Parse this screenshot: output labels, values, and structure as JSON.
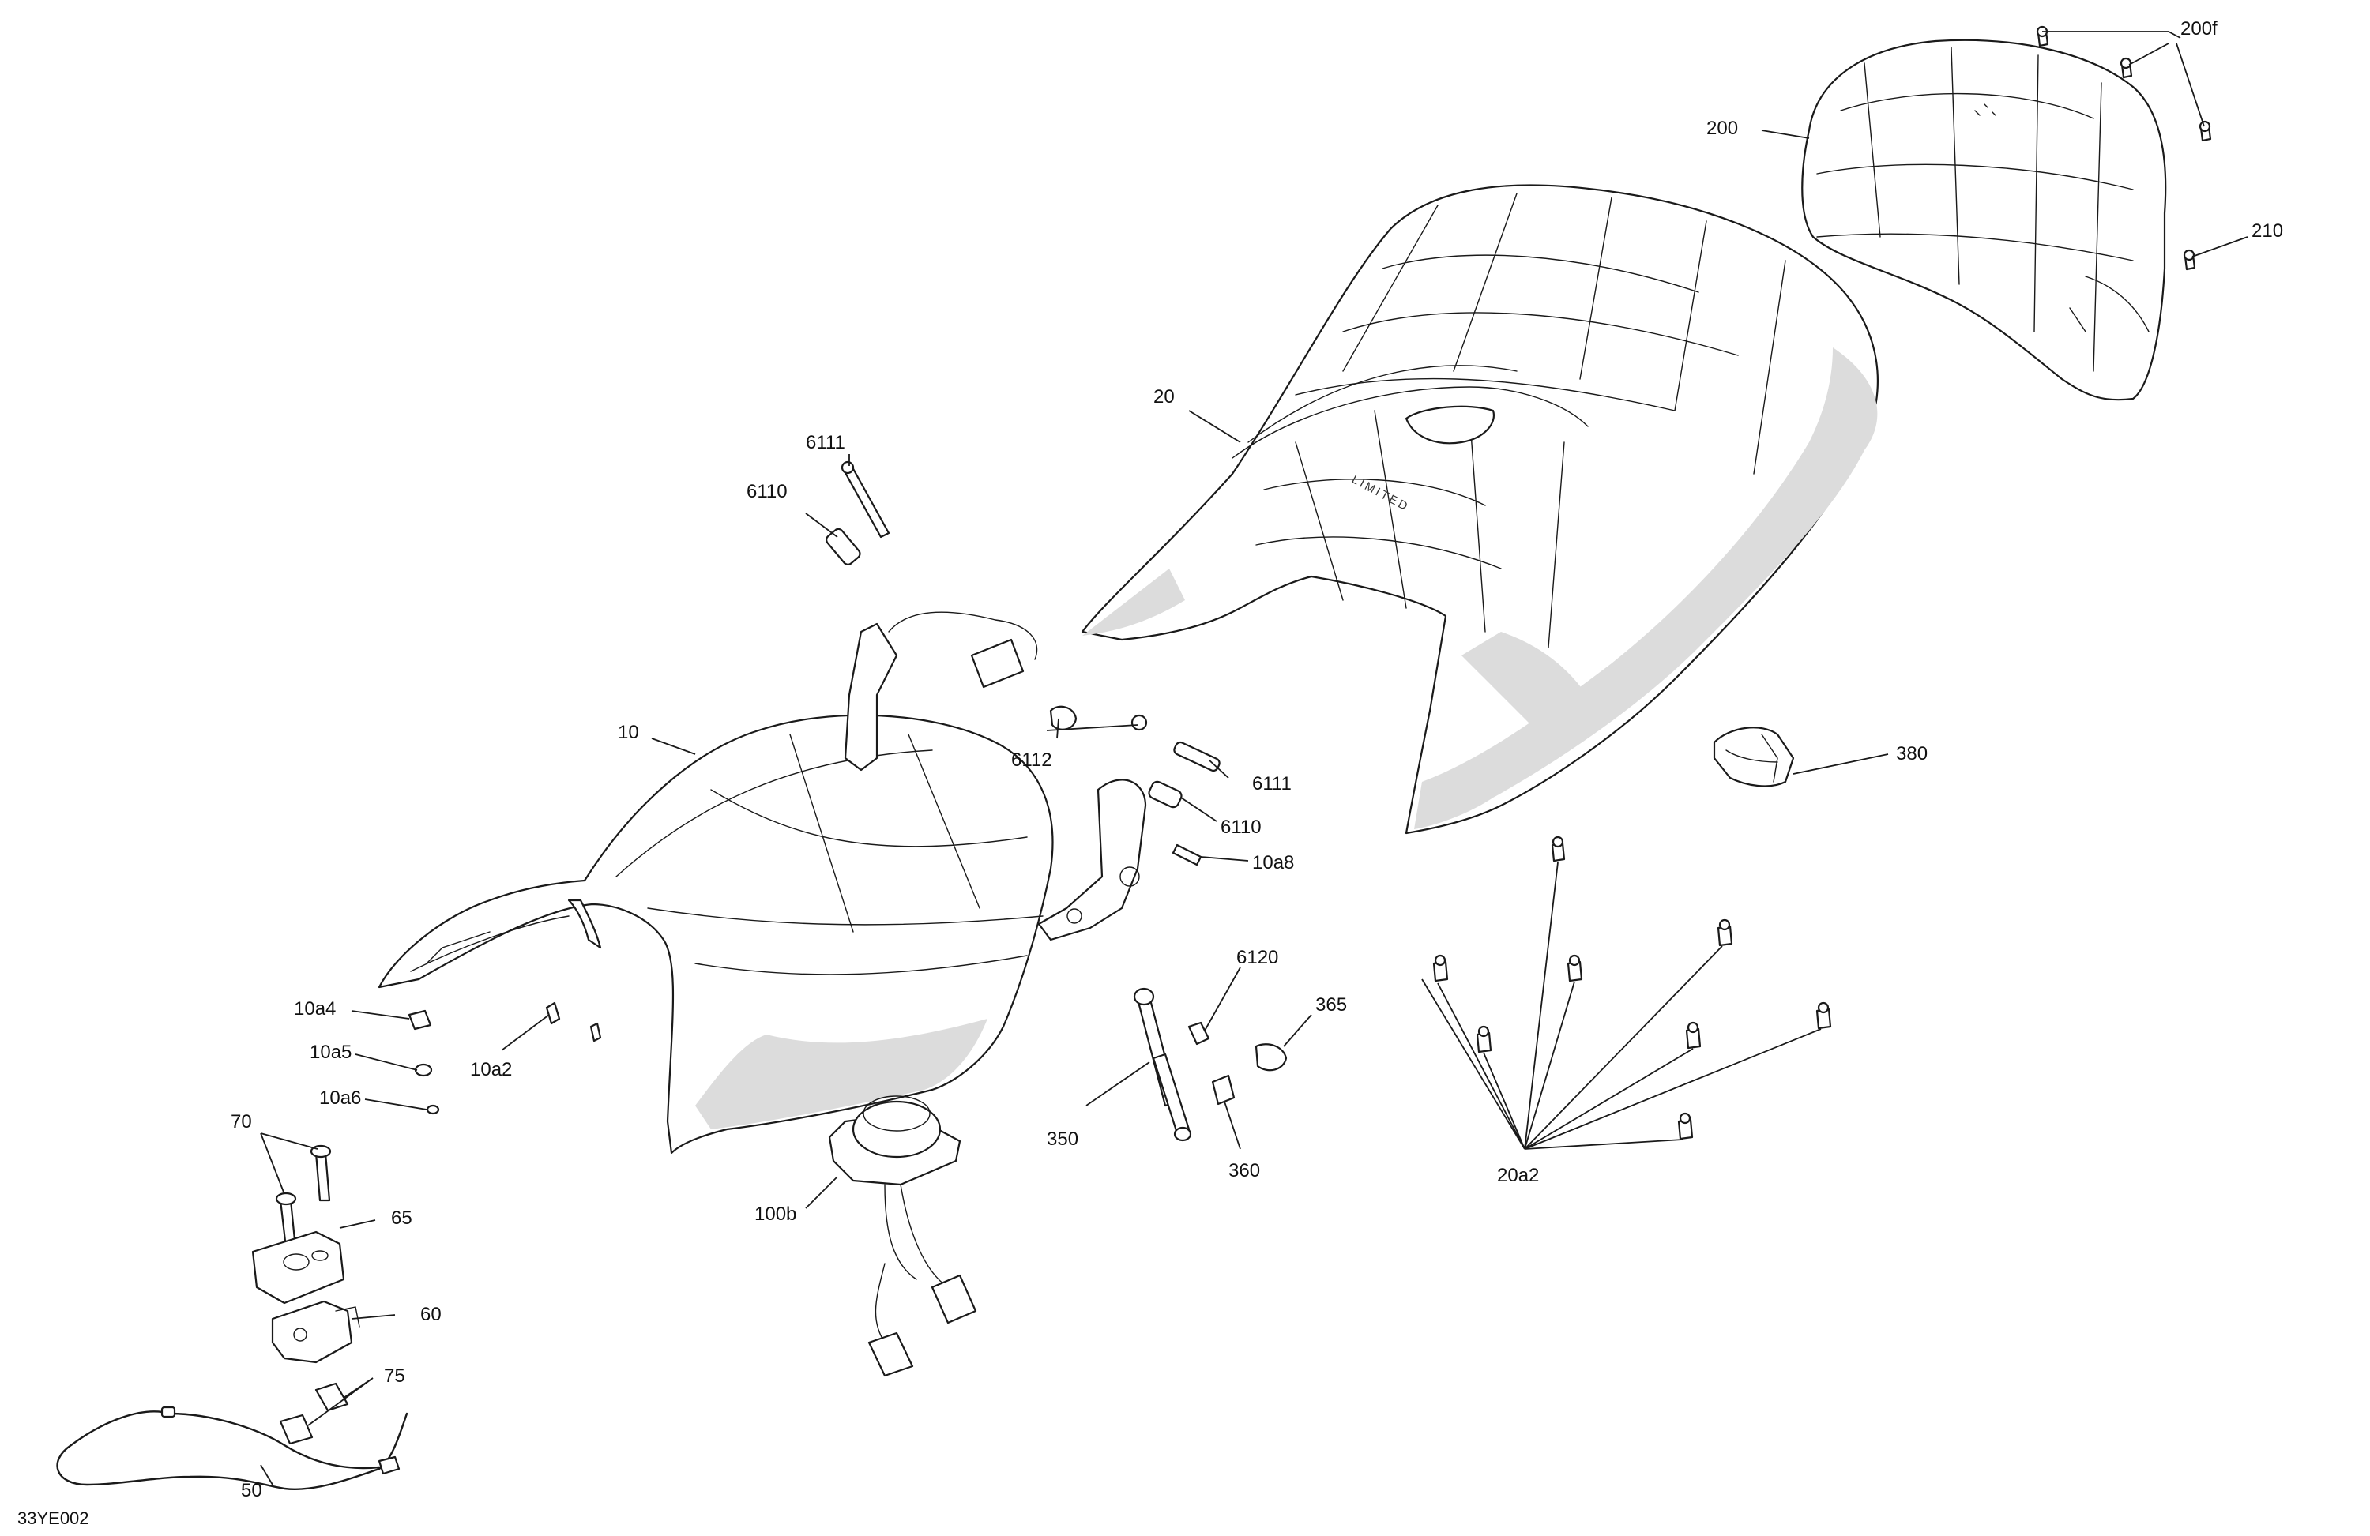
{
  "drawing": {
    "number": "33YE002",
    "seat_badge": "LIMITED"
  },
  "callouts": {
    "p200f": "200f",
    "p200": "200",
    "p210": "210",
    "p20": "20",
    "p6111_top": "6111",
    "p6110_top": "6110",
    "p10": "10",
    "p6112": "6112",
    "p6111_mid": "6111",
    "p6110_mid": "6110",
    "p10a8": "10a8",
    "p380": "380",
    "p6120": "6120",
    "p365": "365",
    "p350": "350",
    "p360": "360",
    "p20a2": "20a2",
    "p10a4": "10a4",
    "p10a5": "10a5",
    "p10a6": "10a6",
    "p10a2": "10a2",
    "p70": "70",
    "p65": "65",
    "p60": "60",
    "p75": "75",
    "p100b": "100b",
    "p50": "50"
  }
}
